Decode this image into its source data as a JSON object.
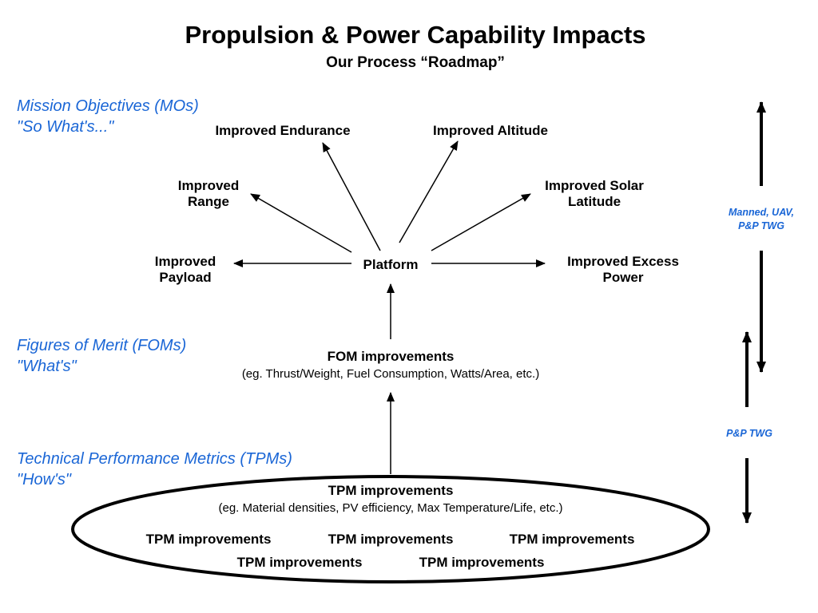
{
  "title": "Propulsion & Power Capability Impacts",
  "subtitle": "Our Process “Roadmap”",
  "levels": {
    "mos": {
      "line1": "Mission Objectives (MOs)",
      "line2": "\"So What's...\""
    },
    "foms": {
      "line1": "Figures of Merit (FOMs)",
      "line2": "\"What's\""
    },
    "tpms": {
      "line1": "Technical Performance Metrics (TPMs)",
      "line2": "\"How's\""
    }
  },
  "objectives": {
    "endurance": "Improved Endurance",
    "altitude": "Improved Altitude",
    "range_l1": "Improved",
    "range_l2": "Range",
    "solar_l1": "Improved Solar",
    "solar_l2": "Latitude",
    "payload_l1": "Improved",
    "payload_l2": "Payload",
    "excess_l1": "Improved Excess",
    "excess_l2": "Power"
  },
  "platform": "Platform",
  "fom": {
    "heading": "FOM improvements",
    "examples": "(eg. Thrust/Weight, Fuel Consumption, Watts/Area, etc.)"
  },
  "tpm": {
    "heading": "TPM improvements",
    "examples": "(eg. Material densities, PV efficiency, Max Temperature/Life, etc.)",
    "items": [
      "TPM improvements",
      "TPM improvements",
      "TPM improvements",
      "TPM improvements",
      "TPM improvements"
    ]
  },
  "twg": {
    "upper_l1": "Manned, UAV,",
    "upper_l2": "P&P TWG",
    "lower": "P&P TWG"
  },
  "colors": {
    "accent": "#1a66d6",
    "ink": "#000000"
  }
}
